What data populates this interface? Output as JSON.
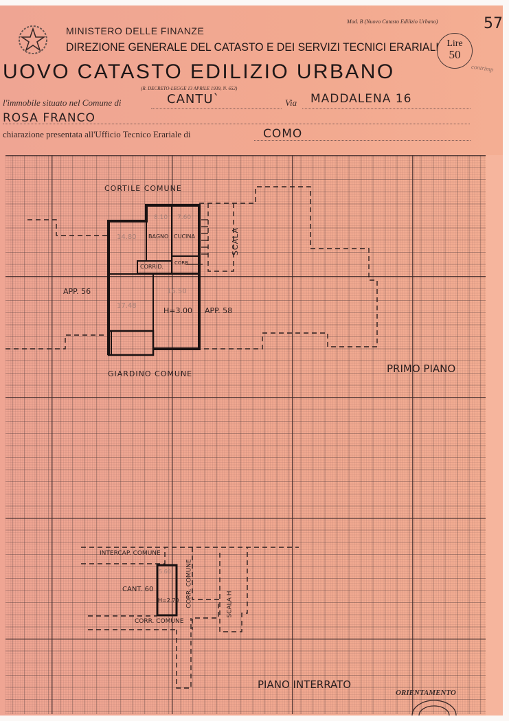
{
  "header": {
    "form_code": "Mod. B (Nuovo Catasto Edilizio Urbano)",
    "sheet_number": "57",
    "ministry": "MINISTERO DELLE FINANZE",
    "directorate": "DIREZIONE GENERALE DEL CATASTO E DEI SERVIZI TECNICI ERARIALI",
    "title": "UOVO CATASTO EDILIZIO URBANO",
    "decree": "(R. DECRETO-LEGGE 13 APRILE 1939, N. 652)",
    "stamp_label": "Lire",
    "stamp_value": "50",
    "stamp_note": "contrimp"
  },
  "fields": {
    "comune_label": "l'immobile situato nel Comune di",
    "comune_value": "CANTU`",
    "via_label": "Via",
    "via_value": "MADDALENA 16",
    "owner_value": "ROSA FRANCO",
    "office_label": "chiarazione presentata all'Ufficio Tecnico Erariale di",
    "office_value": "COMO"
  },
  "primo_piano": {
    "title": "PRIMO PIANO",
    "labels": {
      "cortile": "CORTILE COMUNE",
      "giardino": "GIARDINO COMUNE",
      "app_left": "APP. 56",
      "app_right": "APP. 58",
      "height": "H=3.00",
      "bagno": "BAGNO",
      "cucina": "CUCINA",
      "corrido": "CORRID.",
      "corr": "CORR.",
      "scala": "SCALA"
    },
    "areas": [
      "14.80",
      "8.10",
      "7.60",
      "17.48",
      "16.50"
    ]
  },
  "piano_interrato": {
    "title": "PIANO INTERRATO",
    "labels": {
      "intercap": "INTERCAP. COMUNE",
      "cantina": "CANT. 60",
      "height": "H=2.70",
      "corr_vertical": "CORR. COMUNE",
      "corr_horizontal": "CORR. COMUNE",
      "scala": "SCALA H"
    },
    "area": "5.60"
  },
  "footer": {
    "orientamento": "ORIENTAMENTO"
  }
}
